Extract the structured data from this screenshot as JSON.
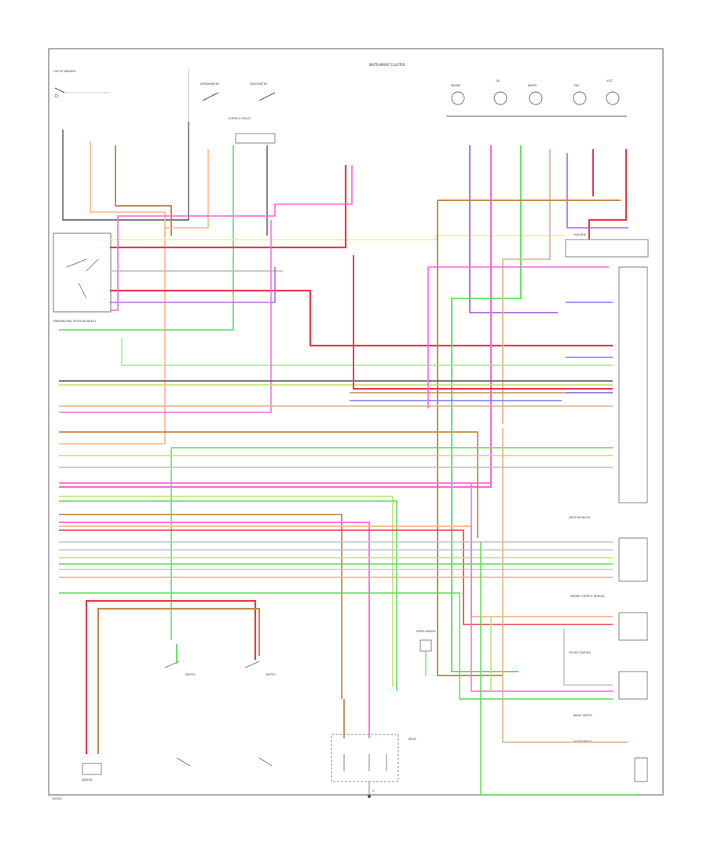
{
  "diagram": {
    "title": "INSTRUMENT CLUSTER",
    "footer_code": "G00000",
    "colors": {
      "frame": "#555555",
      "black": "#555555",
      "red": "#e8384a",
      "pink": "#ff66dd",
      "green": "#55e055",
      "yellow": "#f2f27a",
      "orange": "#ffb48a",
      "brown": "#c88a4a",
      "tan": "#d8b48a",
      "blue": "#7777ff",
      "lime": "#bde06a",
      "lightgreen": "#9ee89e",
      "purple": "#b066dd",
      "gray": "#bbbbbb"
    },
    "components": {
      "top_left_switch": {
        "label": "CIRCUIT BREAKER"
      },
      "speedometer": {
        "label": "SPEEDOMETER"
      },
      "tachometer": {
        "label": "TACHOMETER"
      },
      "control_circuit": {
        "label": "CONTROL CIRCUIT"
      },
      "gauge_1": {
        "label": "ENGINE"
      },
      "gauge_2": {
        "label": "OIL"
      },
      "gauge_3": {
        "label": "WATER"
      },
      "gauge_4": {
        "label": "FUEL"
      },
      "gauge_5": {
        "label": "VOLT"
      },
      "selector_box": {
        "label": "PARK/NEUTRAL POSITION SWITCH"
      },
      "fuse_box": {
        "label": "FUSE BOX"
      },
      "junction_block": {
        "label": "JUNCTION BLOCK"
      },
      "engine_control_module": {
        "label": "ENGINE CONTROL MODULE"
      },
      "cruise_control": {
        "label": "CRUISE CONTROL"
      },
      "brake_switch": {
        "label": "BRAKE SWITCH"
      },
      "door_switch": {
        "label": "DOOR SWITCH"
      },
      "bottom_left_sensor": {
        "label": "SENSOR"
      },
      "left_switch_a": {
        "label": "SWITCH"
      },
      "left_switch_b": {
        "label": "SWITCH"
      },
      "relay_box": {
        "label": "RELAY"
      },
      "ground_symbol": {
        "label": "G"
      },
      "speed_sensor": {
        "label": "SPEED SENSOR"
      }
    }
  }
}
